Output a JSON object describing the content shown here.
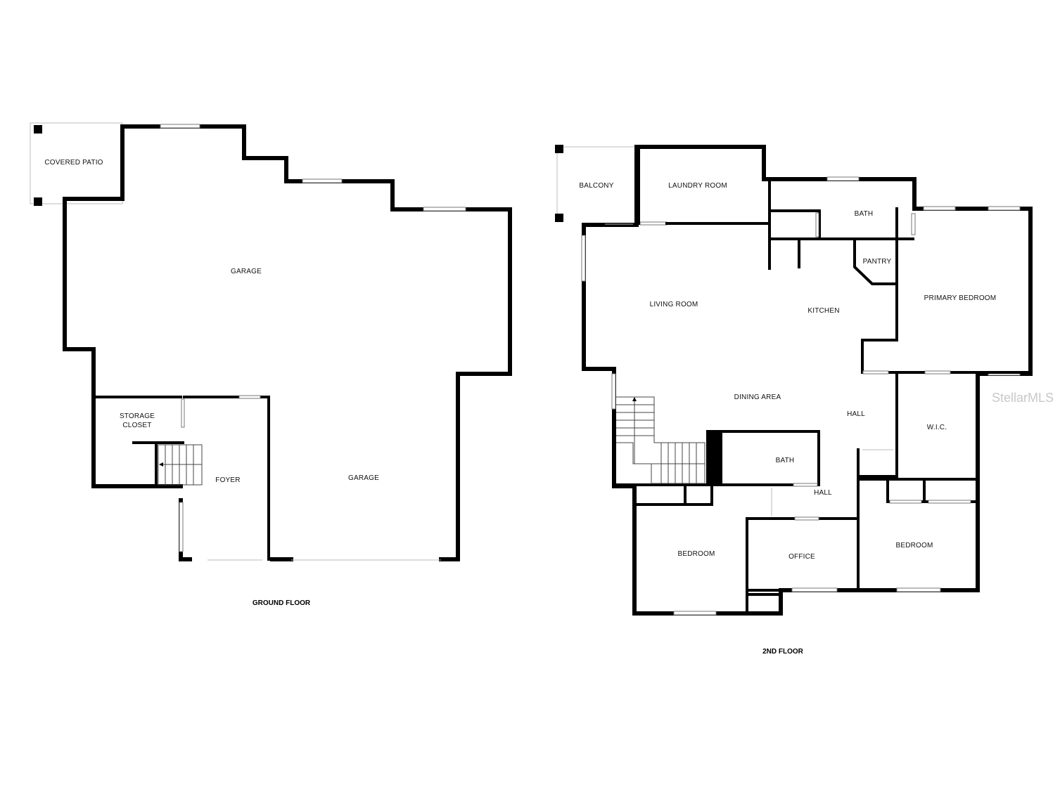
{
  "ground_floor": {
    "label": "GROUND FLOOR",
    "rooms": {
      "covered_patio": "COVERED PATIO",
      "garage_upper": "GARAGE",
      "storage_closet_1": "STORAGE",
      "storage_closet_2": "CLOSET",
      "foyer": "FOYER",
      "garage_lower": "GARAGE"
    }
  },
  "second_floor": {
    "label": "2ND FLOOR",
    "rooms": {
      "balcony": "BALCONY",
      "laundry_room": "LAUNDRY ROOM",
      "bath_upper": "BATH",
      "pantry": "PANTRY",
      "living_room": "LIVING ROOM",
      "kitchen": "KITCHEN",
      "primary_bedroom": "PRIMARY BEDROOM",
      "dining_area": "DINING AREA",
      "hall_1": "HALL",
      "wic": "W.I.C.",
      "bath_lower": "BATH",
      "hall_2": "HALL",
      "bedroom_left": "BEDROOM",
      "office": "OFFICE",
      "bedroom_right": "BEDROOM"
    }
  },
  "watermark": "StellarMLS"
}
